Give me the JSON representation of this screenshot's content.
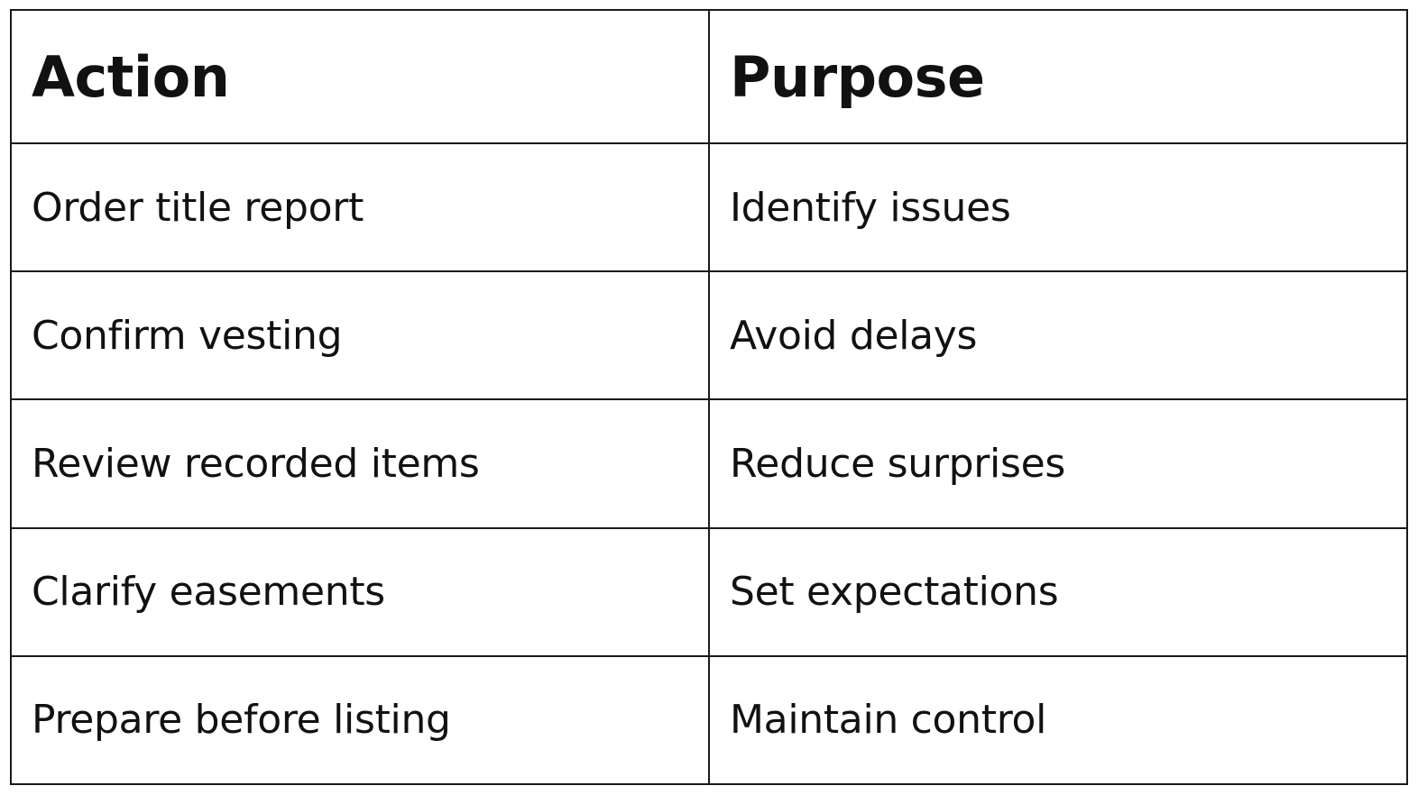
{
  "table": {
    "headers": [
      "Action",
      "Purpose"
    ],
    "rows": [
      [
        "Order title report",
        "Identify issues"
      ],
      [
        "Confirm vesting",
        "Avoid delays"
      ],
      [
        "Review recorded items",
        "Reduce surprises"
      ],
      [
        "Clarify easements",
        "Set expectations"
      ],
      [
        "Prepare before listing",
        "Maintain control"
      ]
    ]
  }
}
